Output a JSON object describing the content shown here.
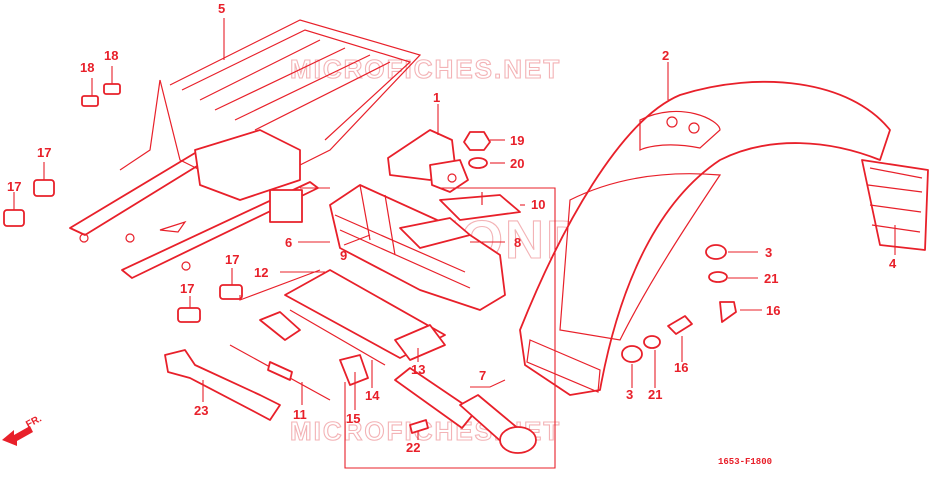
{
  "watermarks": {
    "top": "MICROFICHES.NET",
    "bottom": "MICROFICHES.NET",
    "center": "HONDA"
  },
  "diagram_code": "1653-F1800",
  "direction_label": "FR.",
  "colors": {
    "line": "#e8202a",
    "watermark": "#f3b3b6",
    "background": "#ffffff"
  },
  "callouts": {
    "c1": "1",
    "c2": "2",
    "c3a": "3",
    "c3b": "3",
    "c4": "4",
    "c5": "5",
    "c6": "6",
    "c7": "7",
    "c8": "8",
    "c9": "9",
    "c10": "10",
    "c11": "11",
    "c12": "12",
    "c13": "13",
    "c14": "14",
    "c15": "15",
    "c16a": "16",
    "c16b": "16",
    "c17a": "17",
    "c17b": "17",
    "c17c": "17",
    "c17d": "17",
    "c18a": "18",
    "c18b": "18",
    "c19": "19",
    "c20": "20",
    "c21a": "21",
    "c21b": "21",
    "c22": "22",
    "c23": "23"
  }
}
